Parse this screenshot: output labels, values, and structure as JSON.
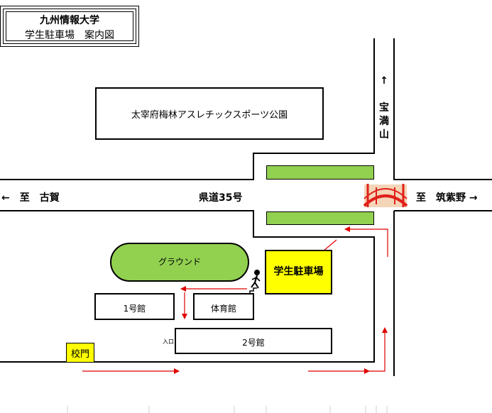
{
  "title": {
    "line1": "九州情報大学",
    "line2": "学生駐車場　案内図"
  },
  "directions": {
    "north_arrow": "↑",
    "north_chars": [
      "宝",
      "満",
      "山"
    ],
    "west": "←　至　古賀",
    "east": "至　筑紫野 →"
  },
  "road_label": "県道35号",
  "park_label": "太宰府梅林アスレチックスポーツ公園",
  "buildings": {
    "ground": "グラウンド",
    "building1": "1号館",
    "gym": "体育館",
    "building2": "2号館",
    "entrance": "入口",
    "gate": "校門",
    "parking": "学生駐車場"
  },
  "colors": {
    "green": "#92d050",
    "yellow": "#ffff00",
    "route_arrow": "#e00000",
    "bridge": "#e0201a"
  },
  "icons": [
    "bridge-icon",
    "walking-person-icon"
  ]
}
